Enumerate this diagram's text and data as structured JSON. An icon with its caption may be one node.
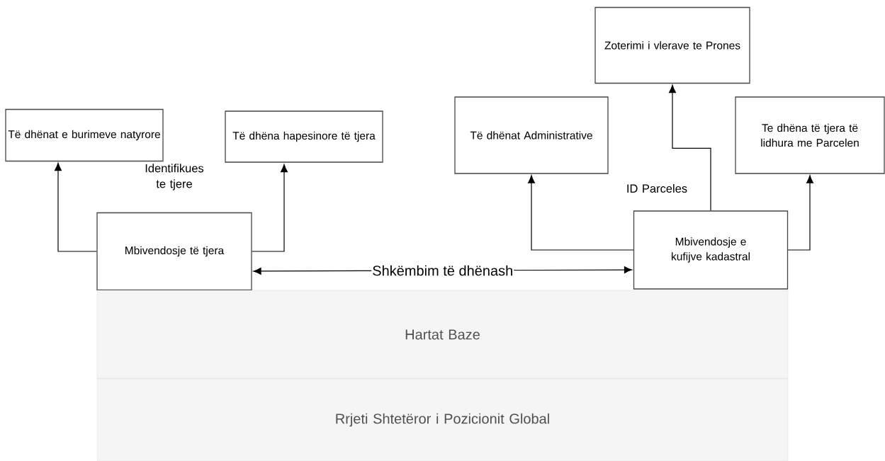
{
  "diagram": {
    "nodes": [
      {
        "text": [
          "Të dhënat e burimeve natyrore"
        ]
      },
      {
        "text": [
          "Të dhëna hapesinore të tjera"
        ]
      },
      {
        "text": [
          "Të dhënat Administrative"
        ]
      },
      {
        "text": [
          "Zoterimi i vlerave te Prones"
        ]
      },
      {
        "text": [
          "Te dhëna të tjera të lidhura me Parcelen"
        ]
      },
      {
        "text": [
          "Mbivendosje të tjera"
        ]
      },
      {
        "text": [
          "Mbivendosje e kufijve kadastral"
        ]
      },
      {
        "text": [
          "Hartat Baze"
        ]
      },
      {
        "text": [
          "Rrjeti Shtetëror i Pozicionit Global"
        ]
      }
    ],
    "edges": [
      {
        "from": 5,
        "to": 0,
        "arrow": "to"
      },
      {
        "from": 5,
        "to": 1,
        "arrow": "to"
      },
      {
        "from": 6,
        "to": 2,
        "arrow": "to"
      },
      {
        "from": 6,
        "to": 3,
        "arrow": "to"
      },
      {
        "from": 6,
        "to": 4,
        "arrow": "to"
      },
      {
        "from": 5,
        "to": 6,
        "arrow": "both",
        "label": "Shkëmbim të dhënash"
      }
    ],
    "labels": [
      "Identifikues te tjere",
      "ID Parceles"
    ]
  }
}
